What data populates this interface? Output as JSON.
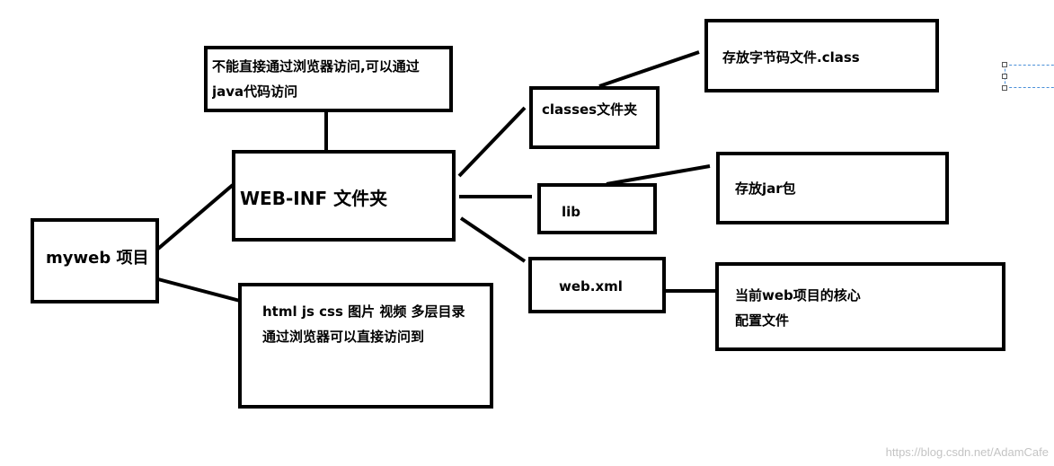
{
  "nodes": {
    "myweb": {
      "label": "myweb 项目"
    },
    "webinf": {
      "label": "WEB-INF 文件夹"
    },
    "webinf_note": {
      "label": "不能直接通过浏览器访问,可以通过java代码访问"
    },
    "static_note": {
      "label": "html js css 图片 视频 多层目录  通过浏览器可以直接访问到"
    },
    "classes": {
      "label": "classes文件夹"
    },
    "classes_note": {
      "label": "存放字节码文件.class"
    },
    "lib": {
      "label": "lib"
    },
    "lib_note": {
      "label": "存放jar包"
    },
    "webxml": {
      "label": "web.xml"
    },
    "webxml_note": {
      "label": "当前web项目的核心配置文件"
    }
  },
  "edges": [
    {
      "from": "myweb",
      "to": "webinf"
    },
    {
      "from": "myweb",
      "to": "static_note"
    },
    {
      "from": "webinf",
      "to": "webinf_note"
    },
    {
      "from": "webinf",
      "to": "classes"
    },
    {
      "from": "webinf",
      "to": "lib"
    },
    {
      "from": "webinf",
      "to": "webxml"
    },
    {
      "from": "classes",
      "to": "classes_note"
    },
    {
      "from": "lib",
      "to": "lib_note"
    },
    {
      "from": "webxml",
      "to": "webxml_note"
    }
  ],
  "watermark": "https://blog.csdn.net/AdamCafe"
}
